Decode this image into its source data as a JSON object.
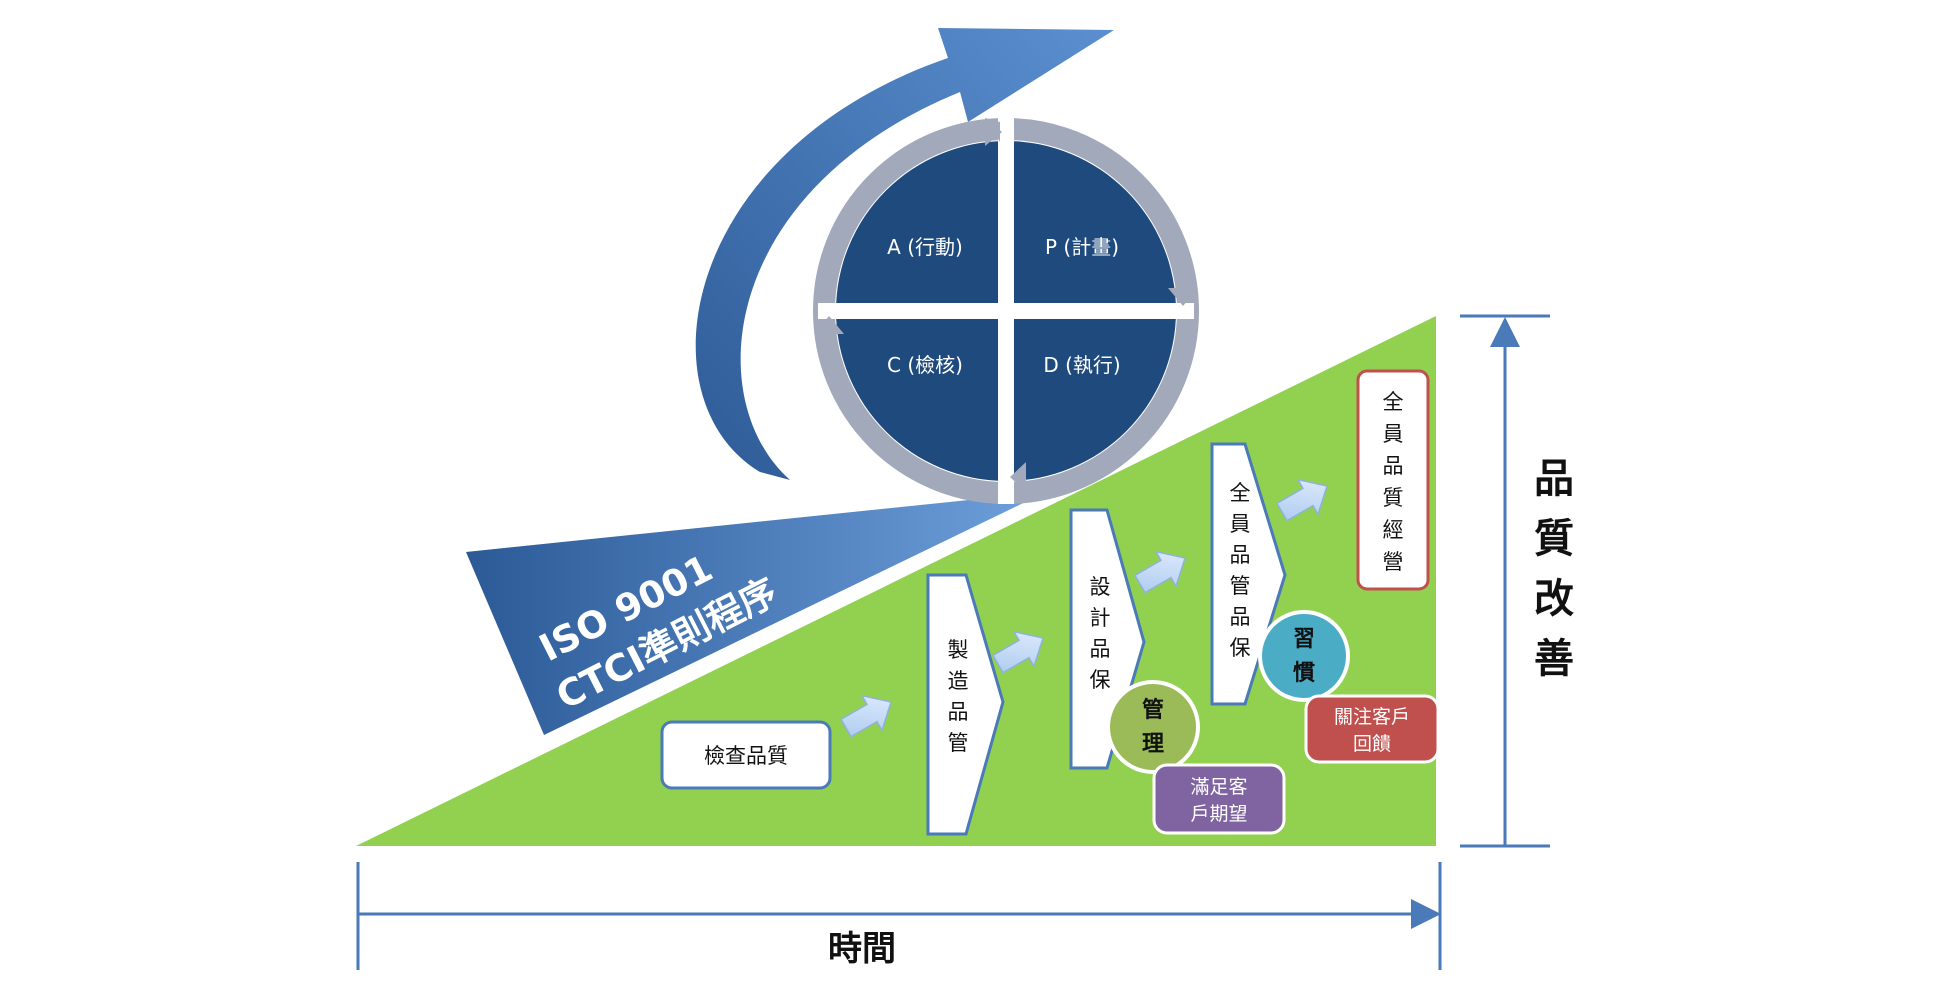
{
  "colors": {
    "green": "#92d050",
    "dark_blue": "#1f4a7e",
    "ring_gray": "#a2a9bb",
    "axis_blue": "#4a7ab8",
    "box_border": "#4a7ab8",
    "red": "#c0504d",
    "teal": "#4bacc6",
    "purple": "#8064a2"
  },
  "pdca": {
    "plan": "P (計畫)",
    "do": "D (執行)",
    "check": "C (檢核)",
    "act": "A (行動)"
  },
  "banner": {
    "line1": "ISO 9001",
    "line2": "CTCI準則程序"
  },
  "stages": [
    "檢查品質",
    "製造品管",
    "設計品保",
    "全員品管品保",
    "全員品質經營"
  ],
  "circles": {
    "management": "管理",
    "habit": "習慣"
  },
  "tags": {
    "satisfy_line1": "滿足客",
    "satisfy_line2": "戶期望",
    "feedback_line1": "關注客戶",
    "feedback_line2": "回饋"
  },
  "axes": {
    "x_label": "時間",
    "y_label": "品質改善"
  }
}
